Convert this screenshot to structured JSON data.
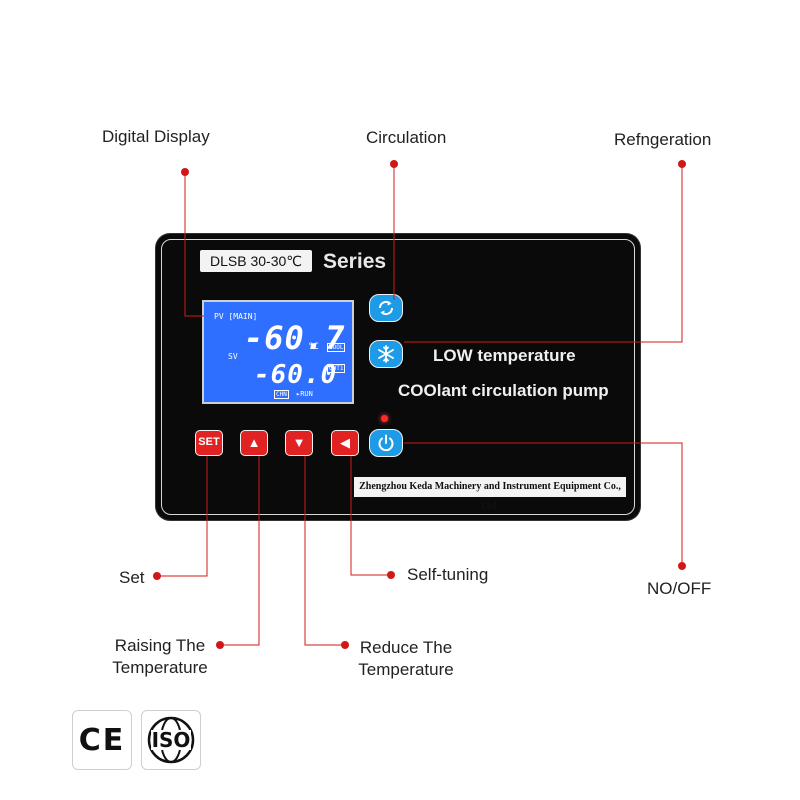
{
  "panel": {
    "model": "DLSB 30-30℃",
    "series": "Series",
    "headline_line1": "LOW temperature",
    "headline_line2": "COOlant circulation pump",
    "footer": "Zhengzhou Keda Machinery and Instrument Equipment Co., Ltd."
  },
  "display": {
    "pv_label": "PV [MAIN]",
    "pv_value": "-60.7",
    "unit": "°C",
    "sv_label": "SV",
    "sv_value": "-60.0",
    "cool_flag": "COOL",
    "out_flag": "OUT1",
    "chn_flag": "CHN",
    "run_flag": "▸RUN"
  },
  "buttons": {
    "set": "SET",
    "up": "▲",
    "down": "▼",
    "left": "◀"
  },
  "labels": {
    "digital_display": "Digital Display",
    "circulation": "Circulation",
    "refrigeration": "Refngeration",
    "set": "Set",
    "self_tuning": "Self-tuning",
    "no_off": "NO/OFF",
    "raising_1": "Raising The",
    "raising_2": "Temperature",
    "reduce_1": "Reduce The",
    "reduce_2": "Temperature"
  },
  "certs": {
    "ce": "CE",
    "iso": "ISO"
  },
  "colors": {
    "leader": "#d01818",
    "button_red": "#e12222",
    "button_blue": "#1e9be6",
    "lcd_blue": "#2f6fff"
  }
}
